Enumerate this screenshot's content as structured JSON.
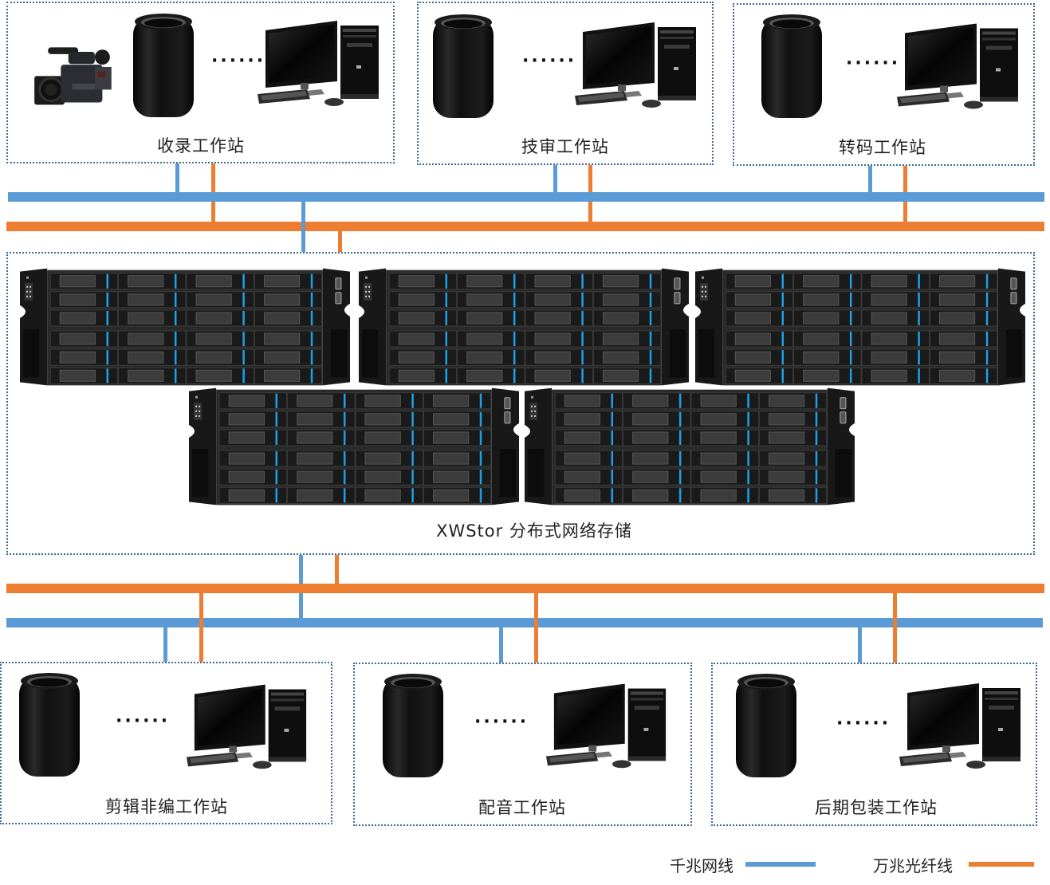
{
  "title": "XWStor 分布式网络存储 network topology",
  "colors": {
    "gigabit": "#5b9bd5",
    "ten_gigabit": "#ed7d31",
    "box_border": "#3d6a96"
  },
  "top_groups": [
    {
      "name": "收录工作站",
      "devices": [
        "video-camera",
        "mac-pro",
        "ellipsis",
        "desktop-pc"
      ]
    },
    {
      "name": "技审工作站",
      "devices": [
        "mac-pro",
        "ellipsis",
        "desktop-pc"
      ]
    },
    {
      "name": "转码工作站",
      "devices": [
        "mac-pro",
        "ellipsis",
        "desktop-pc"
      ]
    }
  ],
  "storage": {
    "name": "XWStor 分布式网络存储",
    "server_count": 5,
    "drive_bays_per_server": 24
  },
  "bottom_groups": [
    {
      "name": "剪辑非编工作站",
      "devices": [
        "mac-pro",
        "ellipsis",
        "desktop-pc"
      ]
    },
    {
      "name": "配音工作站",
      "devices": [
        "mac-pro",
        "ellipsis",
        "desktop-pc"
      ]
    },
    {
      "name": "后期包装工作站",
      "devices": [
        "mac-pro",
        "ellipsis",
        "desktop-pc"
      ]
    }
  ],
  "ellipsis": "······",
  "legend": [
    {
      "label": "千兆网线",
      "color": "#5b9bd5"
    },
    {
      "label": "万兆光纤线",
      "color": "#ed7d31"
    }
  ]
}
